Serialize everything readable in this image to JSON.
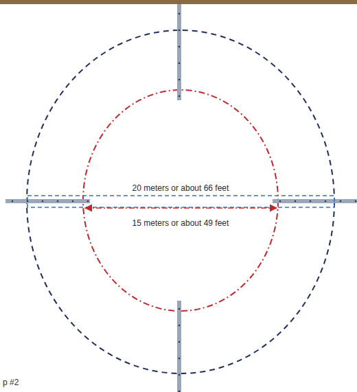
{
  "diagram": {
    "labels": [
      "20 meters or about 66 feet",
      "15 meters or about 49 feet",
      "p #2"
    ]
  }
}
